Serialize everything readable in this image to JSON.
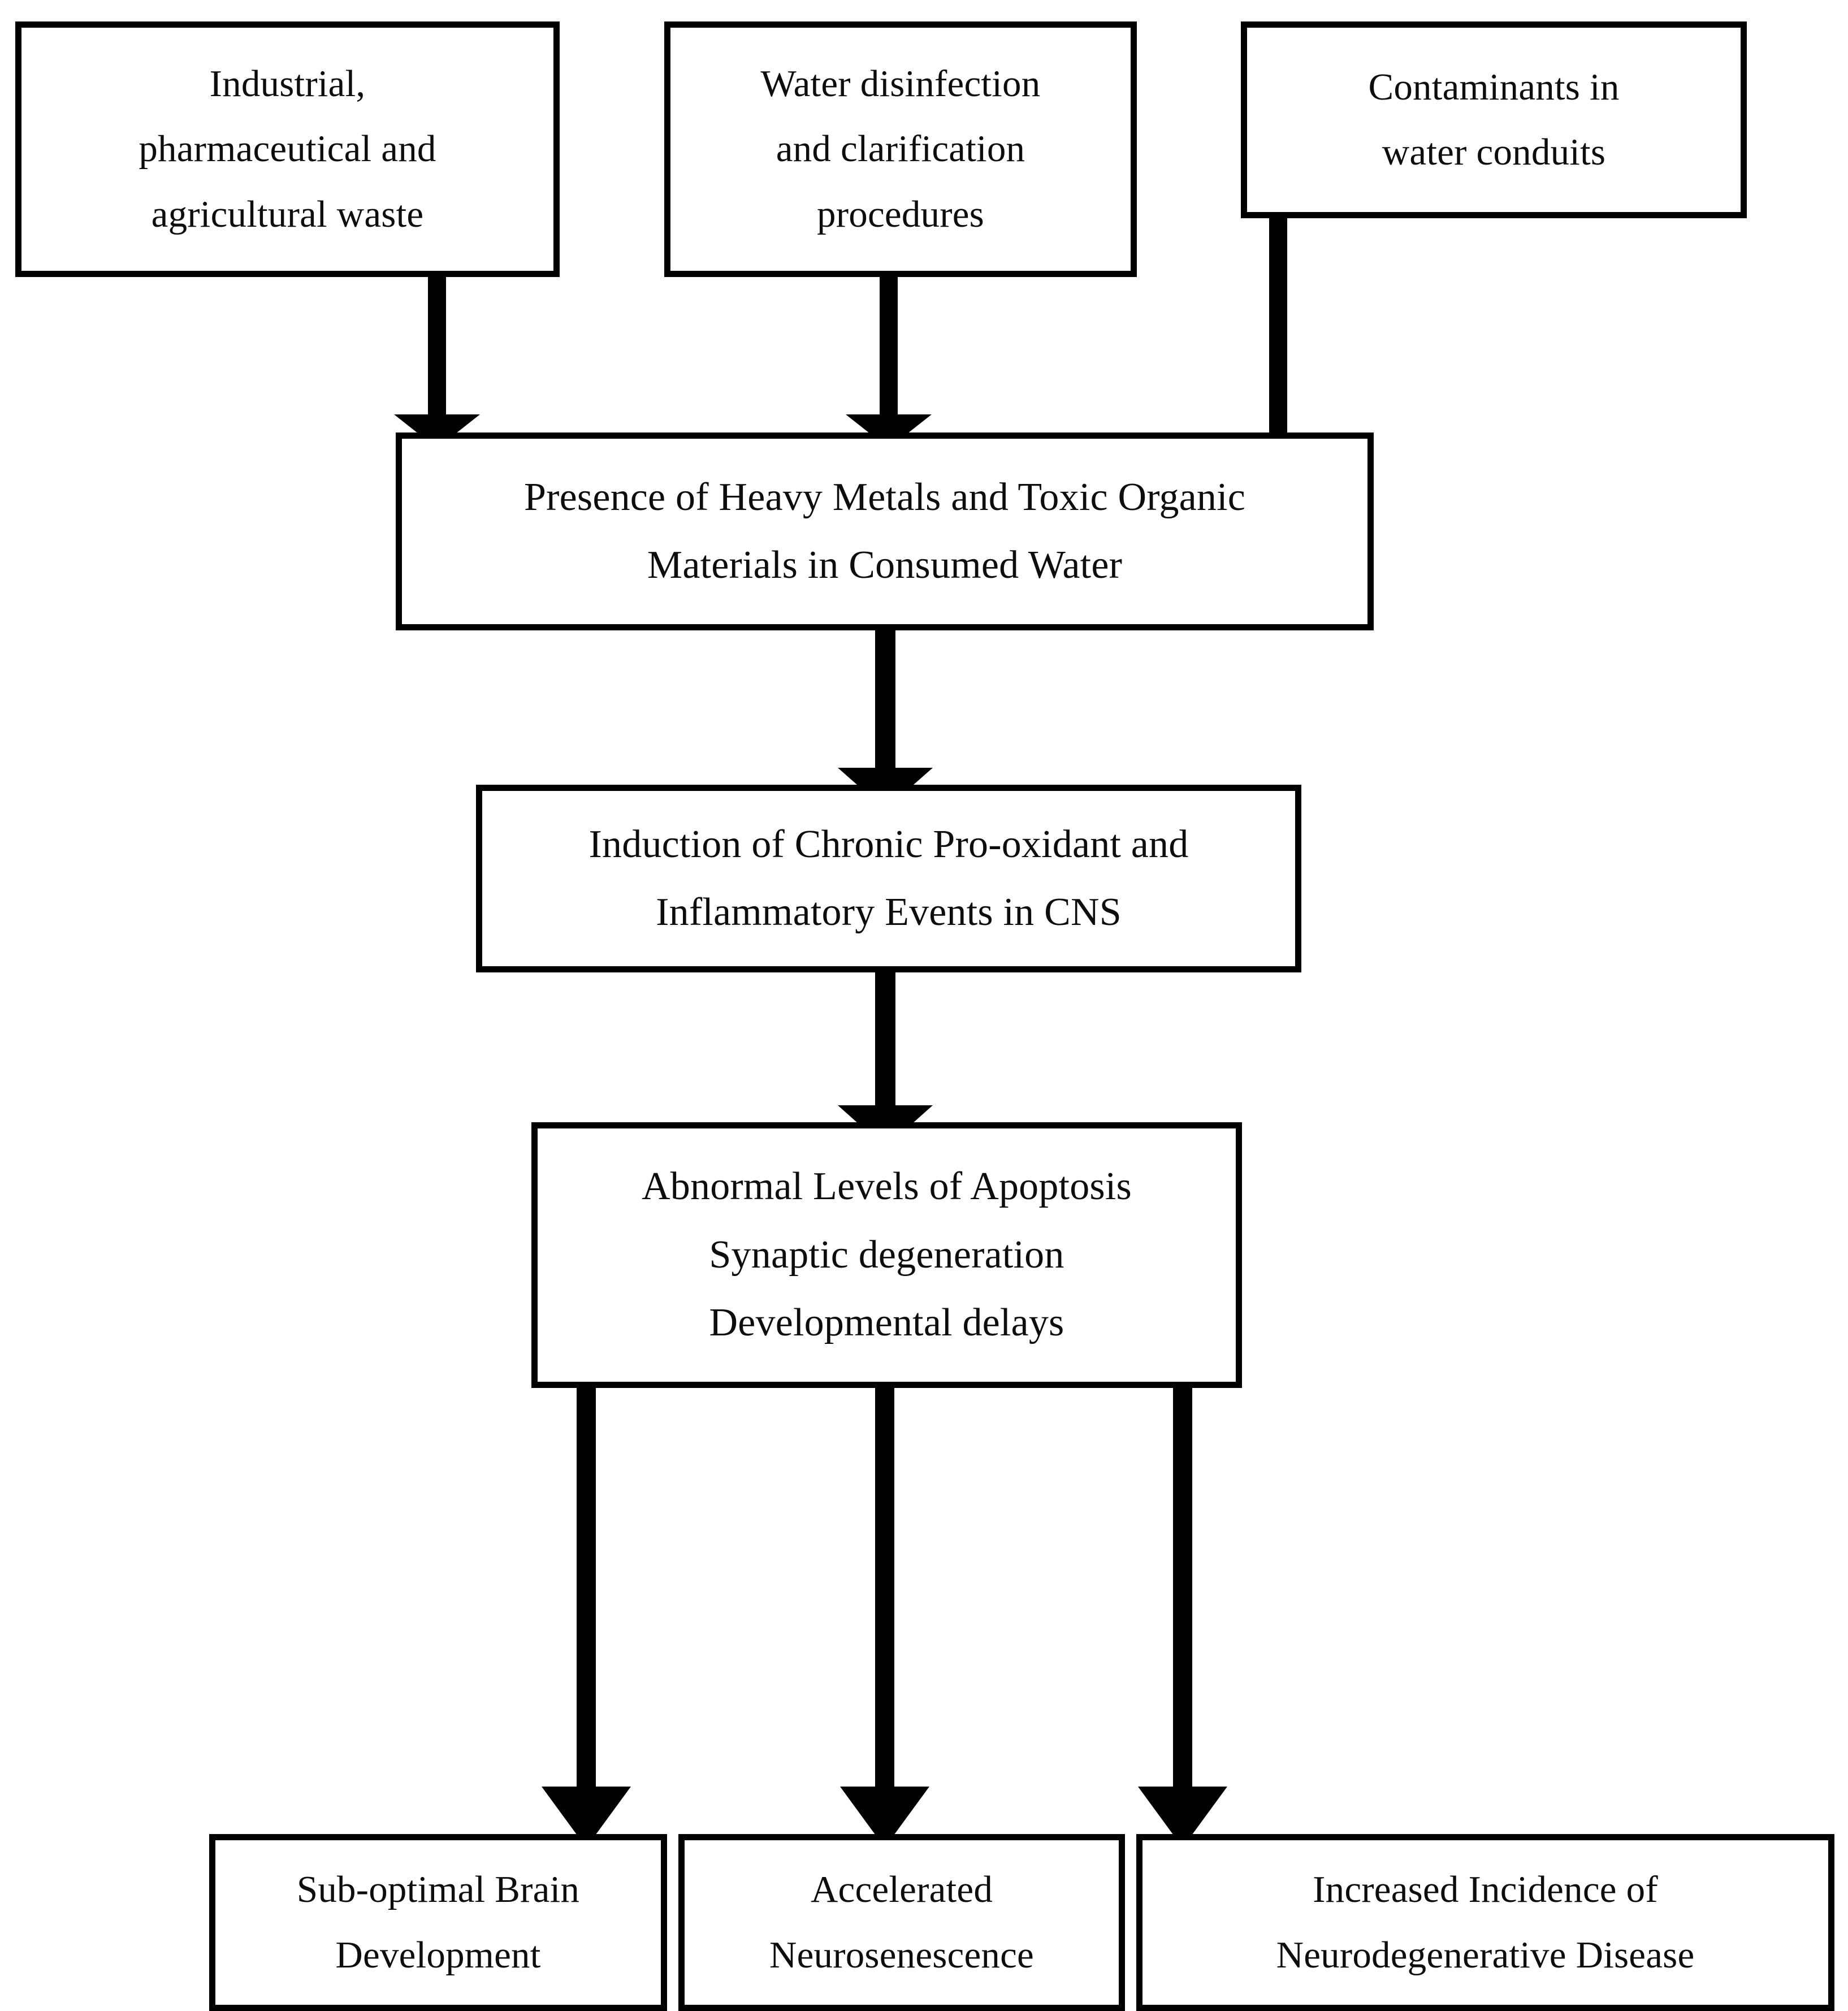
{
  "diagram": {
    "title": "Water contamination to neurological outcomes flowchart",
    "colors": {
      "box_border": "#000000",
      "box_fill": "#ffffff",
      "arrow": "#000000",
      "text": "#0d0d10",
      "background": "#ffffff"
    },
    "nodes": [
      {
        "id": "industrial-waste",
        "lines": [
          "Industrial,",
          "pharmaceutical and",
          "agricultural waste"
        ]
      },
      {
        "id": "water-disinfection",
        "lines": [
          "Water disinfection",
          "and clarification",
          "procedures"
        ]
      },
      {
        "id": "contaminants-conduits",
        "lines": [
          "Contaminants in",
          "water conduits"
        ]
      },
      {
        "id": "heavy-metals",
        "lines": [
          "Presence of Heavy Metals and Toxic Organic",
          "Materials in Consumed Water"
        ]
      },
      {
        "id": "chronic-pro-oxidant",
        "lines": [
          "Induction of Chronic Pro-oxidant and",
          "Inflammatory Events in CNS"
        ]
      },
      {
        "id": "abnormal-apoptosis",
        "lines": [
          "Abnormal Levels of Apoptosis",
          "Synaptic degeneration",
          "Developmental delays"
        ]
      },
      {
        "id": "sub-optimal-brain",
        "lines": [
          "Sub-optimal Brain",
          "Development"
        ]
      },
      {
        "id": "accelerated-neurosenescence",
        "lines": [
          "Accelerated",
          "Neurosenescence"
        ]
      },
      {
        "id": "neurodegenerative-disease",
        "lines": [
          "Increased Incidence of",
          "Neurodegenerative Disease"
        ]
      }
    ],
    "edges": [
      {
        "from": "industrial-waste",
        "to": "heavy-metals",
        "arrowhead": "filled-triangle"
      },
      {
        "from": "water-disinfection",
        "to": "heavy-metals",
        "arrowhead": "filled-triangle"
      },
      {
        "from": "contaminants-conduits",
        "to": "heavy-metals",
        "arrowhead": "filled-triangle"
      },
      {
        "from": "heavy-metals",
        "to": "chronic-pro-oxidant",
        "arrowhead": "filled-triangle"
      },
      {
        "from": "chronic-pro-oxidant",
        "to": "abnormal-apoptosis",
        "arrowhead": "filled-triangle"
      },
      {
        "from": "abnormal-apoptosis",
        "to": "sub-optimal-brain",
        "arrowhead": "filled-triangle"
      },
      {
        "from": "abnormal-apoptosis",
        "to": "accelerated-neurosenescence",
        "arrowhead": "filled-triangle"
      },
      {
        "from": "abnormal-apoptosis",
        "to": "neurodegenerative-disease",
        "arrowhead": "filled-triangle"
      }
    ]
  }
}
